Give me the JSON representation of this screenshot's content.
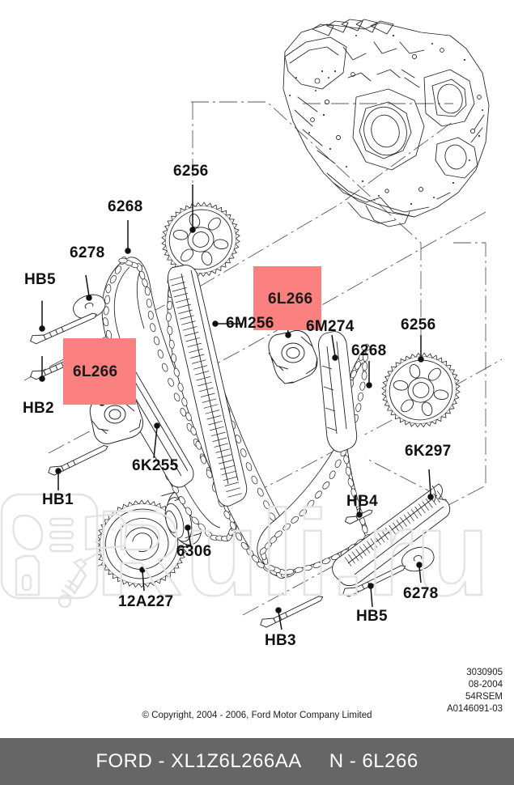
{
  "document": {
    "type": "parts-diagram",
    "subject": "Ford timing chain and sprocket assembly exploded view"
  },
  "highlights": [
    {
      "id": "left",
      "label": "6L266",
      "color": "#fb8080"
    },
    {
      "id": "right",
      "label": "6L266",
      "color": "#fb8080"
    }
  ],
  "callouts": [
    {
      "id": "hb5-top",
      "text": "HB5"
    },
    {
      "id": "p6278-top",
      "text": "6278"
    },
    {
      "id": "p6268-top",
      "text": "6268"
    },
    {
      "id": "p6256-top",
      "text": "6256"
    },
    {
      "id": "p6l266-l",
      "text": "6L266"
    },
    {
      "id": "hb2",
      "text": "HB2"
    },
    {
      "id": "p6m256",
      "text": "6M256"
    },
    {
      "id": "p6l266-r",
      "text": "6L266"
    },
    {
      "id": "p6m274",
      "text": "6M274"
    },
    {
      "id": "p6256-r",
      "text": "6256"
    },
    {
      "id": "p6268-r",
      "text": "6268"
    },
    {
      "id": "p6k255",
      "text": "6K255"
    },
    {
      "id": "p6k297",
      "text": "6K297"
    },
    {
      "id": "hb4",
      "text": "HB4"
    },
    {
      "id": "hb1",
      "text": "HB1"
    },
    {
      "id": "p6306",
      "text": "6306"
    },
    {
      "id": "p12a227",
      "text": "12A227"
    },
    {
      "id": "hb3",
      "text": "HB3"
    },
    {
      "id": "hb5-bot",
      "text": "HB5"
    },
    {
      "id": "p6278-bot",
      "text": "6278"
    }
  ],
  "meta": {
    "line1": "3030905",
    "line2": "08-2004",
    "line3": "54RSEM",
    "line4": "A0146091-03"
  },
  "copyright": "© Copyright, 2004 - 2006, Ford Motor Company Limited",
  "footer": {
    "brand_part": "FORD - XL1Z6L266AA",
    "number_part": "N - 6L266",
    "background": "#666666"
  },
  "watermark": {
    "text": "Ruli.ru",
    "color": "#e3e3e3"
  }
}
